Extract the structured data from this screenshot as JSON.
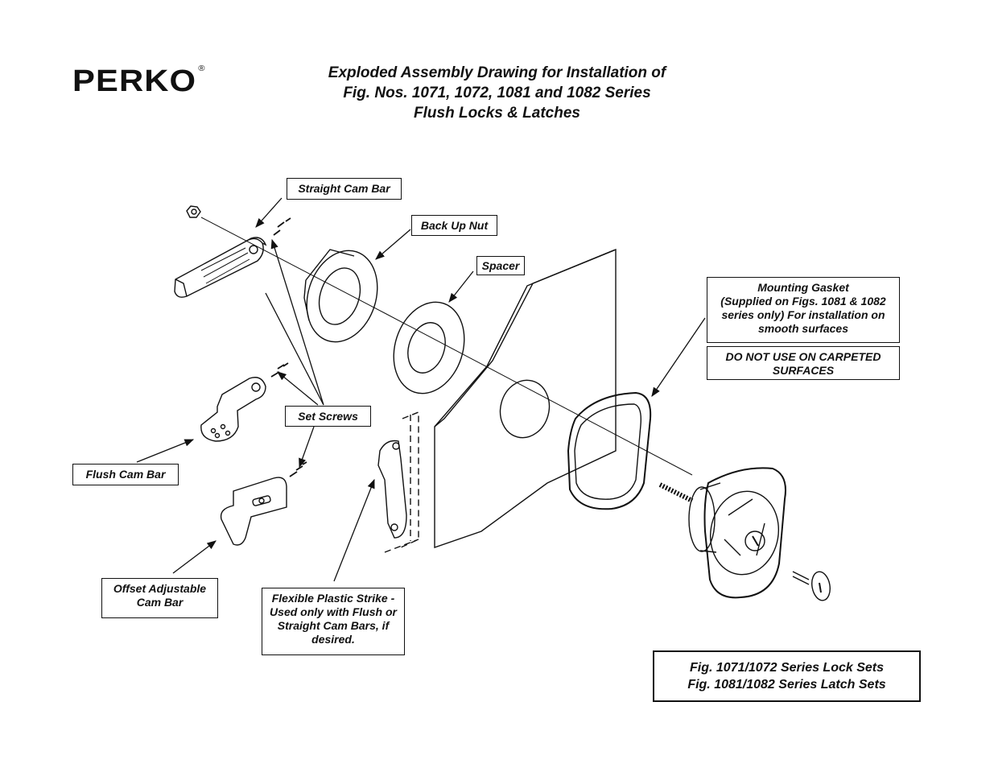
{
  "logo": {
    "text": "PERKO",
    "mark": "®"
  },
  "title": {
    "line1": "Exploded Assembly Drawing for Installation of",
    "line2": "Fig. Nos. 1071, 1072, 1081 and 1082 Series",
    "line3": "Flush Locks & Latches"
  },
  "labels": {
    "straight_cam_bar": "Straight Cam Bar",
    "back_up_nut": "Back Up Nut",
    "spacer": "Spacer",
    "set_screws": "Set Screws",
    "flush_cam_bar": "Flush Cam Bar",
    "offset_line1": "Offset Adjustable",
    "offset_line2": "Cam Bar",
    "strike_line1": "Flexible Plastic Strike -",
    "strike_line2": "Used only with Flush or",
    "strike_line3": "Straight Cam Bars, if",
    "strike_line4": "desired.",
    "gasket_line1": "Mounting Gasket",
    "gasket_line2": "(Supplied on Figs. 1081 & 1082",
    "gasket_line3": "series only)  For installation on",
    "gasket_line4": "smooth surfaces",
    "warning_line1": "DO NOT USE ON CARPETED",
    "warning_line2": "SURFACES"
  },
  "figure_box": {
    "line1": "Fig. 1071/1072 Series Lock Sets",
    "line2": "Fig. 1081/1082 Series Latch Sets"
  }
}
